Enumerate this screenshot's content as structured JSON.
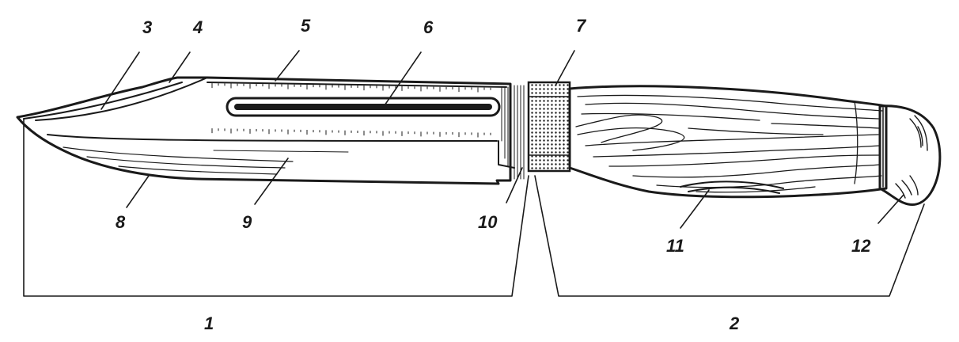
{
  "diagram": {
    "parts": [
      {
        "id": "blade",
        "label": "1"
      },
      {
        "id": "handle",
        "label": "2"
      },
      {
        "id": "tip-bevel",
        "label": "3"
      },
      {
        "id": "false-edge",
        "label": "4"
      },
      {
        "id": "spine",
        "label": "5"
      },
      {
        "id": "fuller",
        "label": "6"
      },
      {
        "id": "guard-ring",
        "label": "7"
      },
      {
        "id": "cutting-edge",
        "label": "8"
      },
      {
        "id": "blade-flat",
        "label": "9"
      },
      {
        "id": "ricasso",
        "label": "10"
      },
      {
        "id": "grip",
        "label": "11"
      },
      {
        "id": "pommel",
        "label": "12"
      }
    ]
  }
}
